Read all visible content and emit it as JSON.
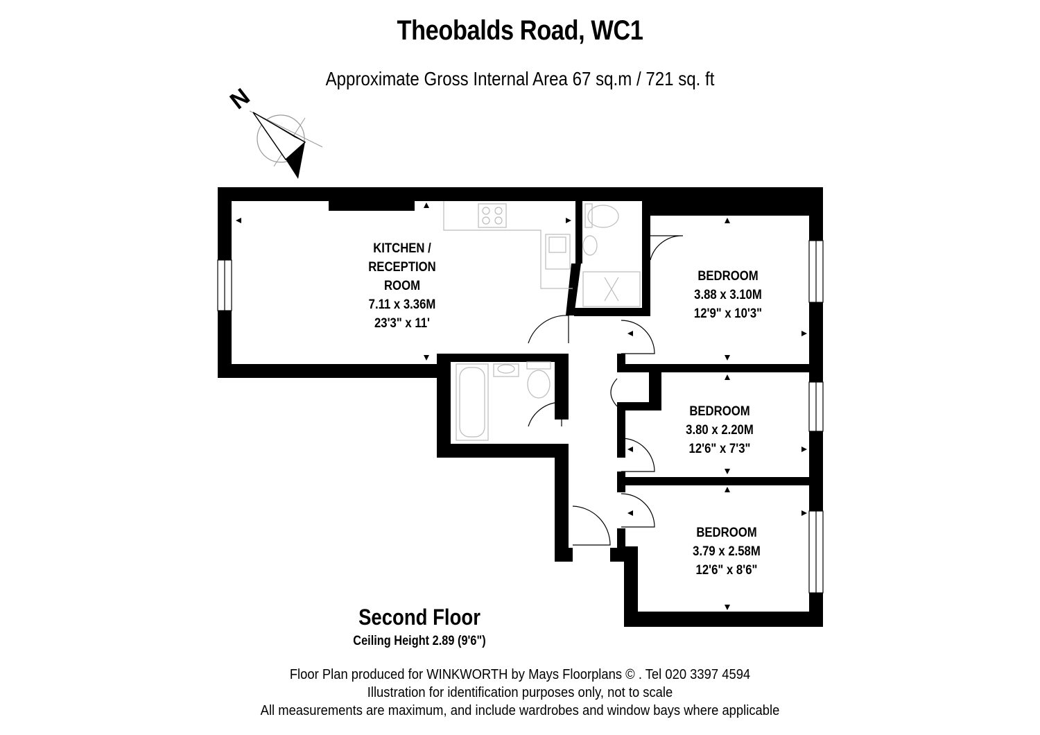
{
  "header": {
    "title": "Theobalds Road, WC1",
    "area": "Approximate Gross Internal Area 67 sq.m  /  721 sq. ft"
  },
  "compass": {
    "label": "N"
  },
  "rooms": {
    "kitchen": {
      "name_line1": "KITCHEN /",
      "name_line2": "RECEPTION",
      "name_line3": "ROOM",
      "metric": "7.11 x 3.36M",
      "imperial": "23'3\" x 11'"
    },
    "bedroom1": {
      "name": "BEDROOM",
      "metric": "3.88 x 3.10M",
      "imperial": "12'9\" x 10'3\""
    },
    "bedroom2": {
      "name": "BEDROOM",
      "metric": "3.80 x 2.20M",
      "imperial": "12'6\" x 7'3\""
    },
    "bedroom3": {
      "name": "BEDROOM",
      "metric": "3.79 x 2.58M",
      "imperial": "12'6\" x 8'6\""
    }
  },
  "floor": {
    "name": "Second Floor",
    "ceiling": "Ceiling Height  2.89  (9'6\")"
  },
  "footer": {
    "line1": "Floor Plan produced for WINKWORTH by Mays Floorplans  © . Tel 020 3397 4594",
    "line2": "Illustration for identification purposes only, not to scale",
    "line3": "All measurements are maximum, and include wardrobes and window bays where applicable"
  },
  "colors": {
    "wall": "#000000",
    "fixture": "#bbbbbb",
    "background": "#ffffff"
  }
}
